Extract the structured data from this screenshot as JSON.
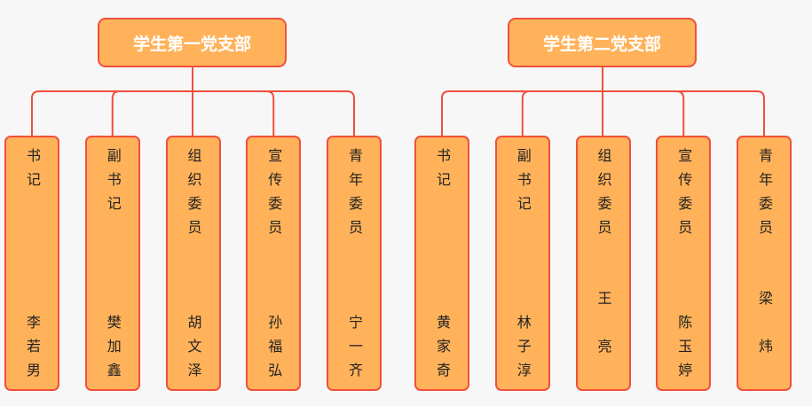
{
  "branches": [
    {
      "title": "学生第一党支部",
      "members": [
        {
          "role": "书记",
          "name": "李若男"
        },
        {
          "role": "副书记",
          "name": "樊加鑫"
        },
        {
          "role": "组织委员",
          "name": "胡文泽"
        },
        {
          "role": "宣传委员",
          "name": "孙福弘"
        },
        {
          "role": "青年委员",
          "name": "宁一齐"
        }
      ]
    },
    {
      "title": "学生第二党支部",
      "members": [
        {
          "role": "书记",
          "name": "黄家奇"
        },
        {
          "role": "副书记",
          "name": "林子淳"
        },
        {
          "role": "组织委员",
          "name": "王亮"
        },
        {
          "role": "宣传委员",
          "name": "陈玉婷"
        },
        {
          "role": "青年委员",
          "name": "梁炜"
        }
      ]
    }
  ],
  "colors": {
    "node_fill": "#ffb25a",
    "border": "#f0503c",
    "connector": "#f0503c"
  }
}
